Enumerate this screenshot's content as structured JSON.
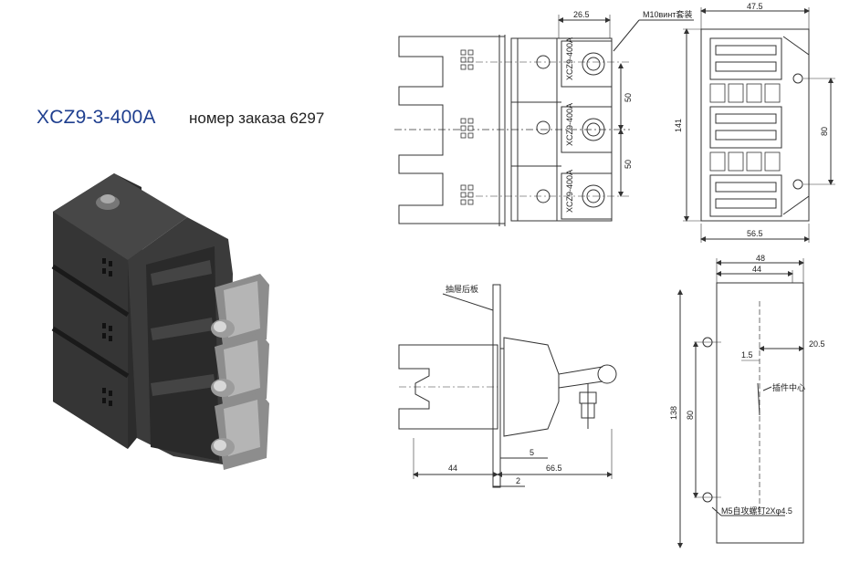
{
  "header": {
    "model": "XCZ9-3-400A",
    "order_label": "номер заказа 6297"
  },
  "front_view": {
    "dim_top": "26.5",
    "callout": "M10винт套装",
    "dim_pitch_1": "50",
    "dim_pitch_2": "50",
    "label_text": "XCZ9-400A"
  },
  "end_view": {
    "dim_top": "47.5",
    "dim_height": "141",
    "dim_holes": "80",
    "dim_bottom": "56.5"
  },
  "side_view": {
    "callout": "抽屉后板",
    "dim_left": "44",
    "dim_right": "66.5",
    "dim_5": "5",
    "dim_2": "2"
  },
  "cutout_view": {
    "dim_48": "48",
    "dim_44": "44",
    "dim_20_5": "20.5",
    "dim_1_5": "1.5",
    "callout_center": "插件中心",
    "dim_138": "138",
    "dim_80": "80",
    "callout_holes": "M5自攻螺钉2Xφ4.5"
  },
  "colors": {
    "title": "#1f3f8f",
    "line": "#333333",
    "body_dark": "#2e2e2e",
    "terminal": "#8a8a8a"
  }
}
